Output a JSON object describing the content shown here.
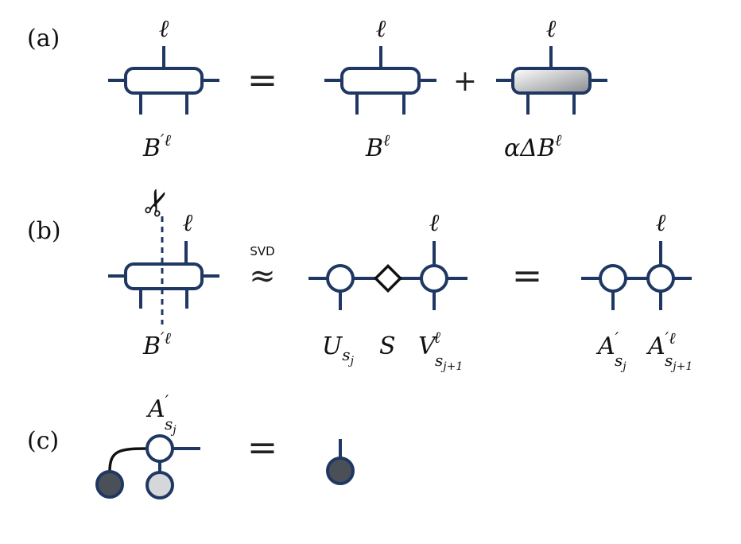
{
  "panel_labels": {
    "a": "(a)",
    "b": "(b)",
    "c": "(c)"
  },
  "leg": "ℓ",
  "panel_a": {
    "equals": "=",
    "plus": "+",
    "lhs_base": "B",
    "lhs_sup": "′ℓ",
    "rhs1_base": "B",
    "rhs1_sup": "ℓ",
    "rhs2_prefix": "αΔ",
    "rhs2_base": "B",
    "rhs2_sup": "ℓ"
  },
  "panel_b": {
    "scissors": "✂",
    "approx": "≈",
    "svd_label": "SVD",
    "equals": "=",
    "lhs_base": "B",
    "lhs_sup": "′ℓ",
    "u_base": "U",
    "u_sub": "s",
    "u_subsub": "j",
    "s_label": "S",
    "v_base": "V",
    "v_sup": "ℓ",
    "v_sub": "s",
    "v_subsub": "j+1",
    "a_base": "A",
    "a_sup": "′",
    "a_sub": "s",
    "a_subsub": "j",
    "a2_base": "A",
    "a2_sup": "′ℓ",
    "a2_sub": "s",
    "a2_subsub": "j+1"
  },
  "panel_c": {
    "equals": "=",
    "a_base": "A",
    "a_sup": "′",
    "a_sub": "s",
    "a_subsub": "j"
  },
  "colors": {
    "line": "#1f3863",
    "dark_node": "#4b4f58",
    "light_node": "#d5d7db"
  }
}
